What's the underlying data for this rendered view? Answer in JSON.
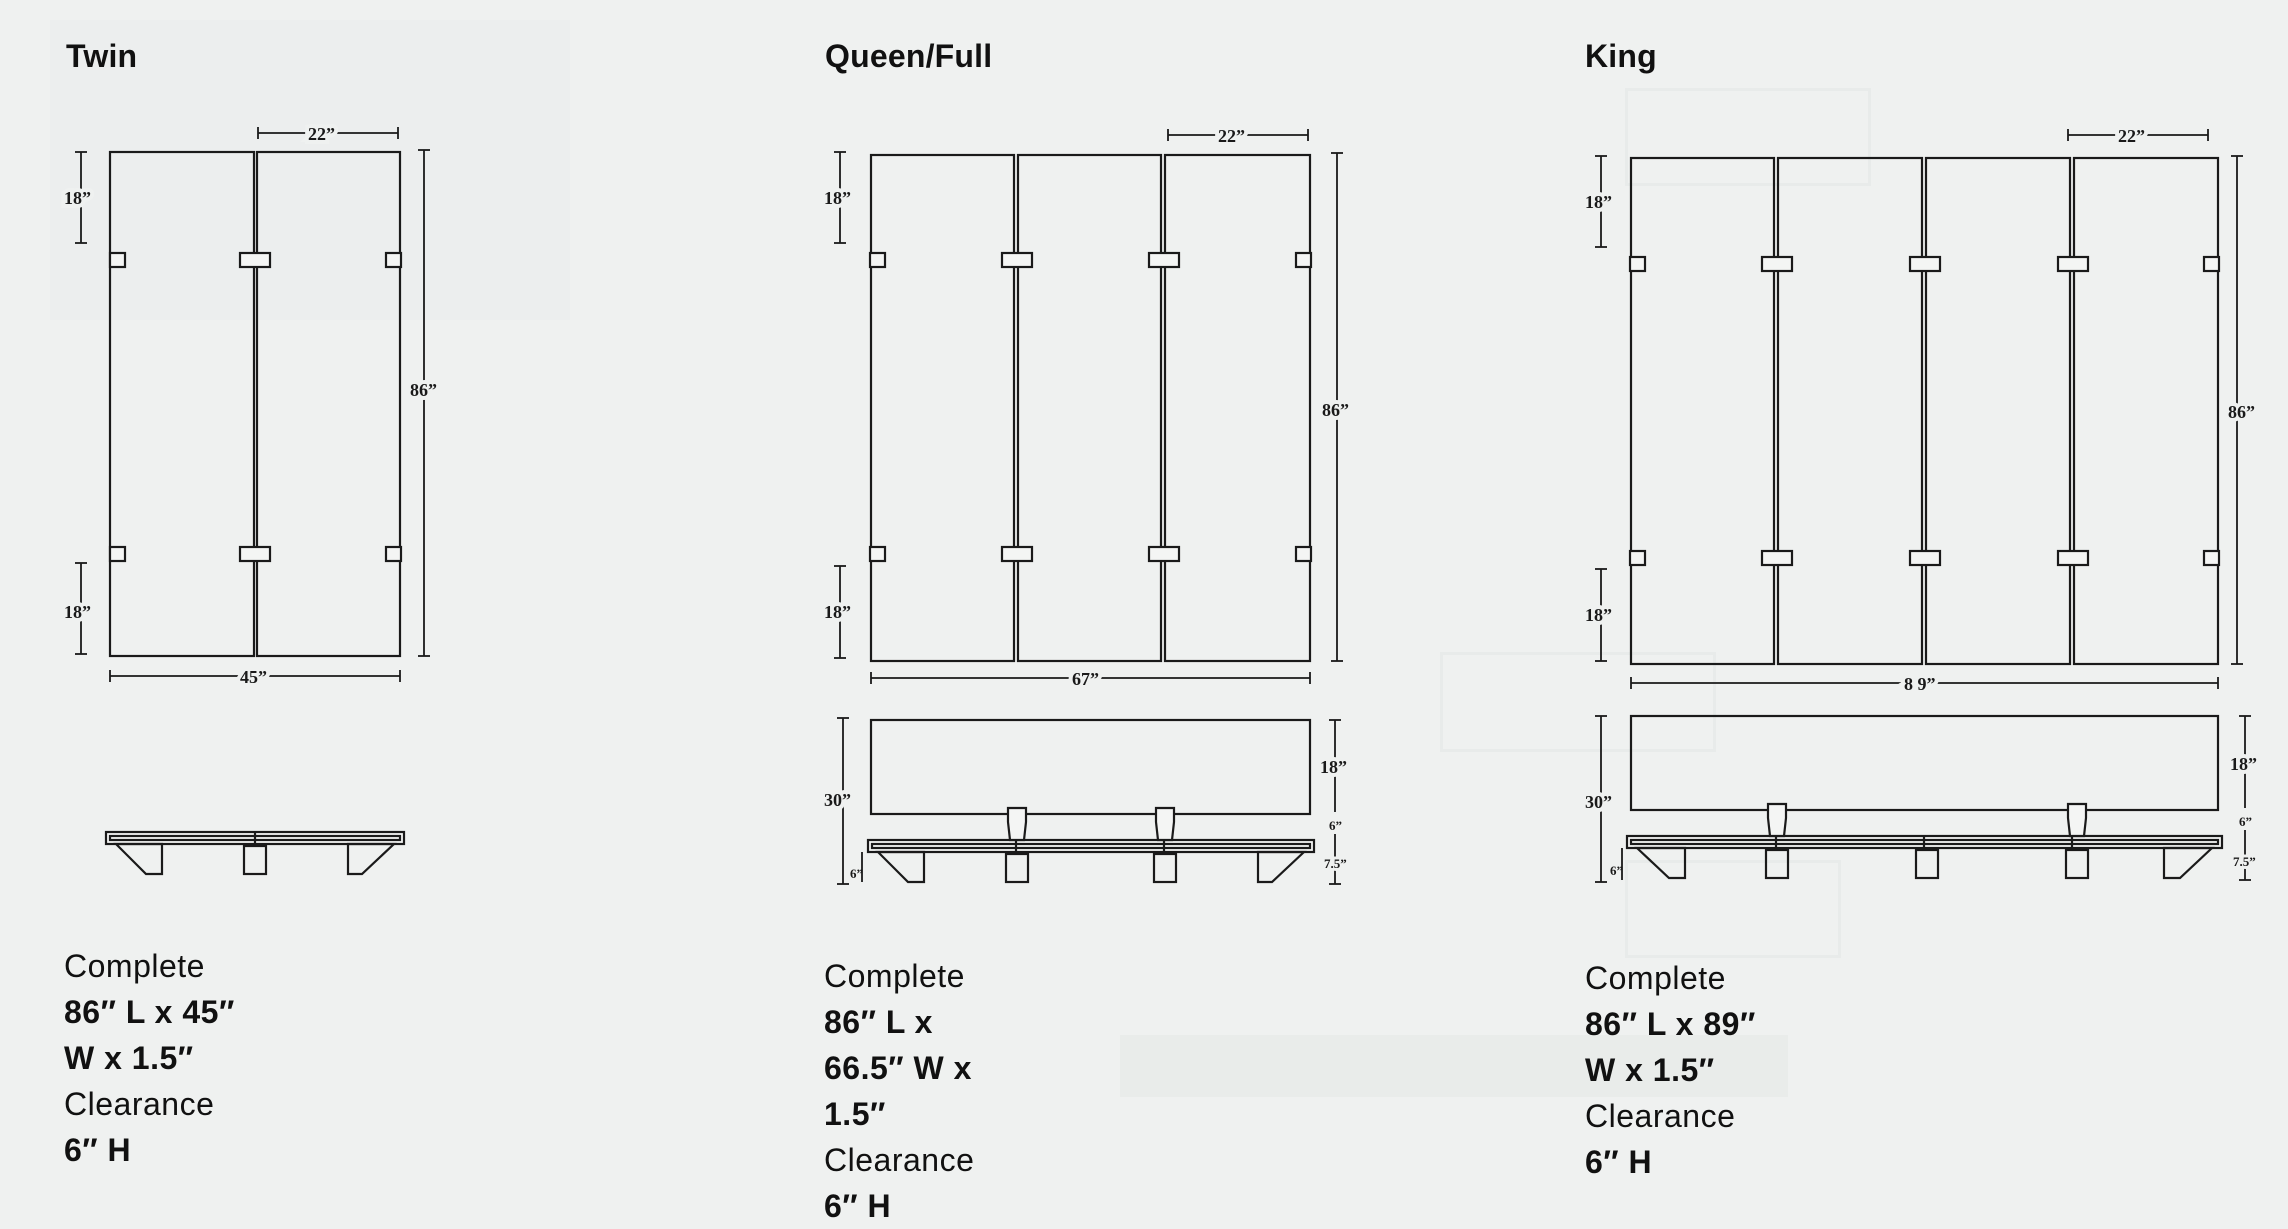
{
  "sizes": [
    {
      "title": "Twin",
      "width_label": "45”",
      "panel_width_label": "22”",
      "height_label": "86”",
      "top_offset_label": "18”",
      "bottom_offset_label": "18”",
      "specs": [
        {
          "label": "Complete",
          "value": "86″ L x 45″ W x 1.5″"
        },
        {
          "label": "Clearance",
          "value": "6″ H"
        }
      ]
    },
    {
      "title": "Queen/Full",
      "width_label": "67”",
      "panel_width_label": "22”",
      "height_label": "86”",
      "top_offset_label": "18”",
      "bottom_offset_label": "18”",
      "side_height_label": "30”",
      "side_upper_label": "18”",
      "side_mid_label": "6”",
      "side_leg_label": "7.5”",
      "side_foot_label": "6”",
      "specs": [
        {
          "label": "Complete",
          "value": "86″ L x 66.5″ W x 1.5″"
        },
        {
          "label": "Clearance",
          "value": "6″ H"
        }
      ]
    },
    {
      "title": "King",
      "width_label": "8 9”",
      "panel_width_label": "22”",
      "height_label": "86”",
      "top_offset_label": "18”",
      "bottom_offset_label": "18”",
      "side_height_label": "30”",
      "side_upper_label": "18”",
      "side_mid_label": "6”",
      "side_leg_label": "7.5”",
      "side_foot_label": "6”",
      "specs": [
        {
          "label": "Complete",
          "value": "86″ L x 89″ W x 1.5″"
        },
        {
          "label": "Clearance",
          "value": "6″ H"
        }
      ]
    }
  ]
}
